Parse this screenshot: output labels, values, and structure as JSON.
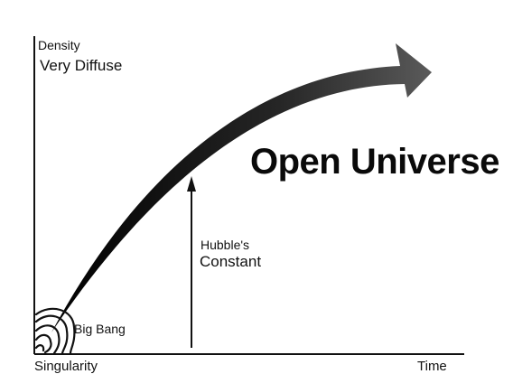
{
  "labels": {
    "density": "Density",
    "very_diffuse": "Very Diffuse",
    "title": "Open Universe",
    "hubble_line1": "Hubble's",
    "hubble_line2": "Constant",
    "big_bang": "Big Bang",
    "singularity": "Singularity",
    "time": "Time"
  },
  "colors": {
    "ink": "#111111",
    "curve_start": "#000000",
    "curve_end": "#5a5a5a"
  }
}
